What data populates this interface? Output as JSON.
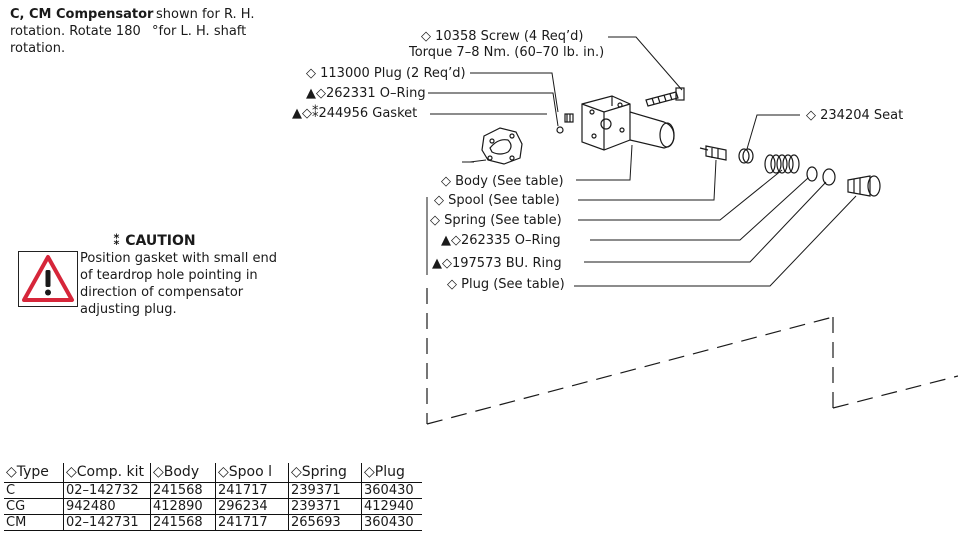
{
  "header": {
    "title": "C, CM Compensator",
    "line2": "rotation. Rotate 180",
    "line3": "rotation.",
    "note1": "shown for R. H.",
    "note2": "°for L. H. shaft"
  },
  "callouts": [
    {
      "id": "screw",
      "line1": "◇ 10358 Screw (4 Req’d)",
      "line2": "Torque 7–8 Nm. (60–70 lb. in.)"
    },
    {
      "id": "plug113",
      "text": "◇ 113000 Plug (2 Req’d)"
    },
    {
      "id": "oring262331",
      "text": "▲◇262331 O–Ring"
    },
    {
      "id": "gasket",
      "text": "▲◇⁑244956 Gasket"
    },
    {
      "id": "seat",
      "text": "◇ 234204 Seat"
    },
    {
      "id": "body",
      "text": "◇ Body (See table)"
    },
    {
      "id": "spool",
      "text": "◇ Spool (See table)"
    },
    {
      "id": "spring",
      "text": "◇ Spring (See table)"
    },
    {
      "id": "oring262335",
      "text": "▲◇262335 O–Ring"
    },
    {
      "id": "buring",
      "text": "▲◇197573 BU. Ring"
    },
    {
      "id": "plug",
      "text": "◇ Plug (See table)"
    }
  ],
  "caution": {
    "title": "⁑  CAUTION",
    "lines": [
      "Position gasket with small end",
      "of teardrop hole pointing in",
      "direction of compensator",
      "adjusting plug."
    ]
  },
  "table": {
    "headers": [
      "◇Type",
      "◇Comp. kit",
      "◇Body",
      "◇Spoo  l",
      "◇Spring",
      "◇Plug"
    ],
    "rows": [
      [
        "C",
        "02–142732",
        "241568",
        "241717",
        "239371",
        "360430"
      ],
      [
        "CG",
        "942480",
        "412890",
        "296234",
        "239371",
        "412940"
      ],
      [
        "CM",
        "02–142731",
        "241568",
        "241717",
        "265693",
        "360430"
      ]
    ]
  }
}
